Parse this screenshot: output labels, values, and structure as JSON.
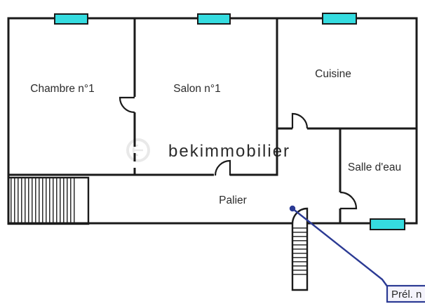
{
  "plan": {
    "title": "floor-plan",
    "rooms": [
      {
        "label": "Chambre n°1"
      },
      {
        "label": "Salon n°1"
      },
      {
        "label": "Cuisine"
      },
      {
        "label": "Salle d'eau"
      },
      {
        "label": "Palier"
      }
    ],
    "watermark": {
      "text": "bekimmobilier"
    },
    "annotation": {
      "label": "Prél. n"
    },
    "colors": {
      "wall": "#1a1a1a",
      "window_fill": "#35dce0",
      "annotation_blue": "#2b3a94",
      "annotation_box_fill": "#f4f3fb",
      "annotation_text": "#1f2d7a",
      "watermark_gray": "#e9e9e9"
    }
  }
}
